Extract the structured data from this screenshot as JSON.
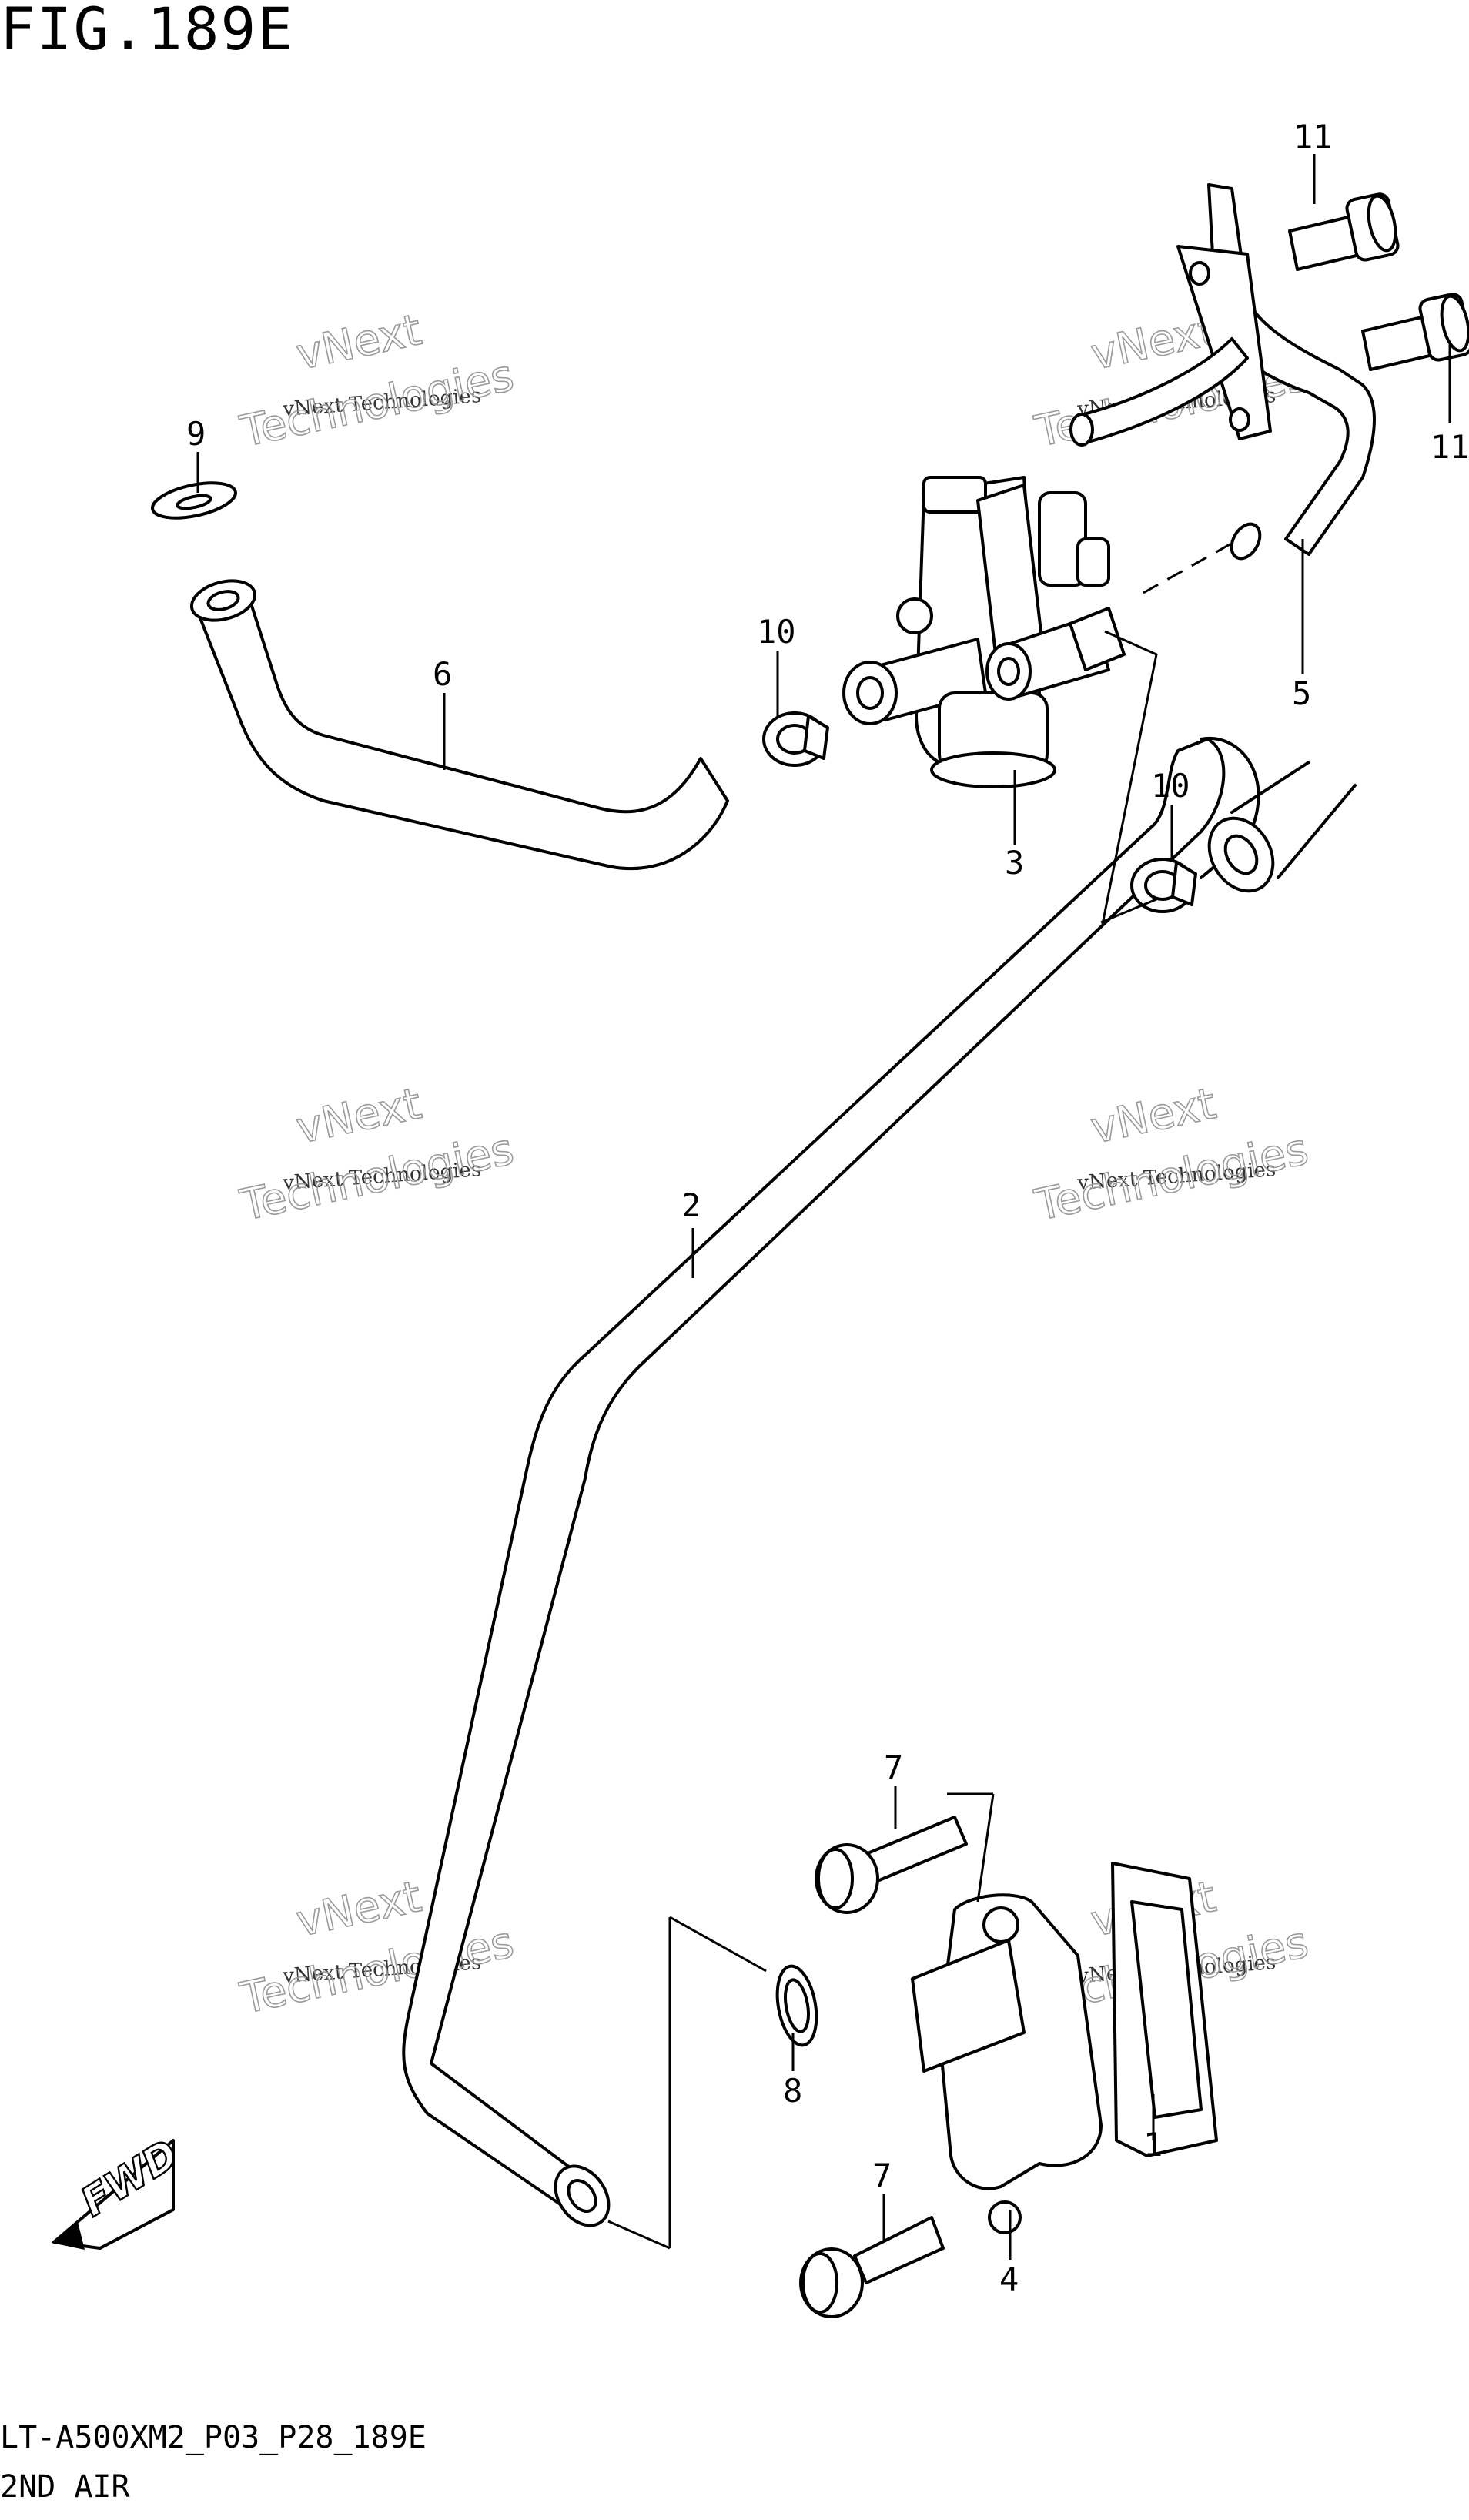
{
  "figure": {
    "title": "FIG.189E",
    "model_code": "LT-A500XM2_P03_P28_189E",
    "section": "2ND AIR"
  },
  "watermark": {
    "brand_line": "vNext Technologies",
    "outline_word_1": "vNext",
    "outline_word_2": "Technologies"
  },
  "callouts": {
    "c1": "1",
    "c2": "2",
    "c3": "3",
    "c4": "4",
    "c5": "5",
    "c6": "6",
    "c7a": "7",
    "c7b": "7",
    "c8": "8",
    "c9": "9",
    "c10a": "10",
    "c10b": "10",
    "c11a": "11",
    "c11b": "11"
  },
  "fwd_arrow": {
    "label": "FWD"
  },
  "colors": {
    "ink": "#000000",
    "paper": "#ffffff",
    "watermark": "#9a9a9a"
  }
}
